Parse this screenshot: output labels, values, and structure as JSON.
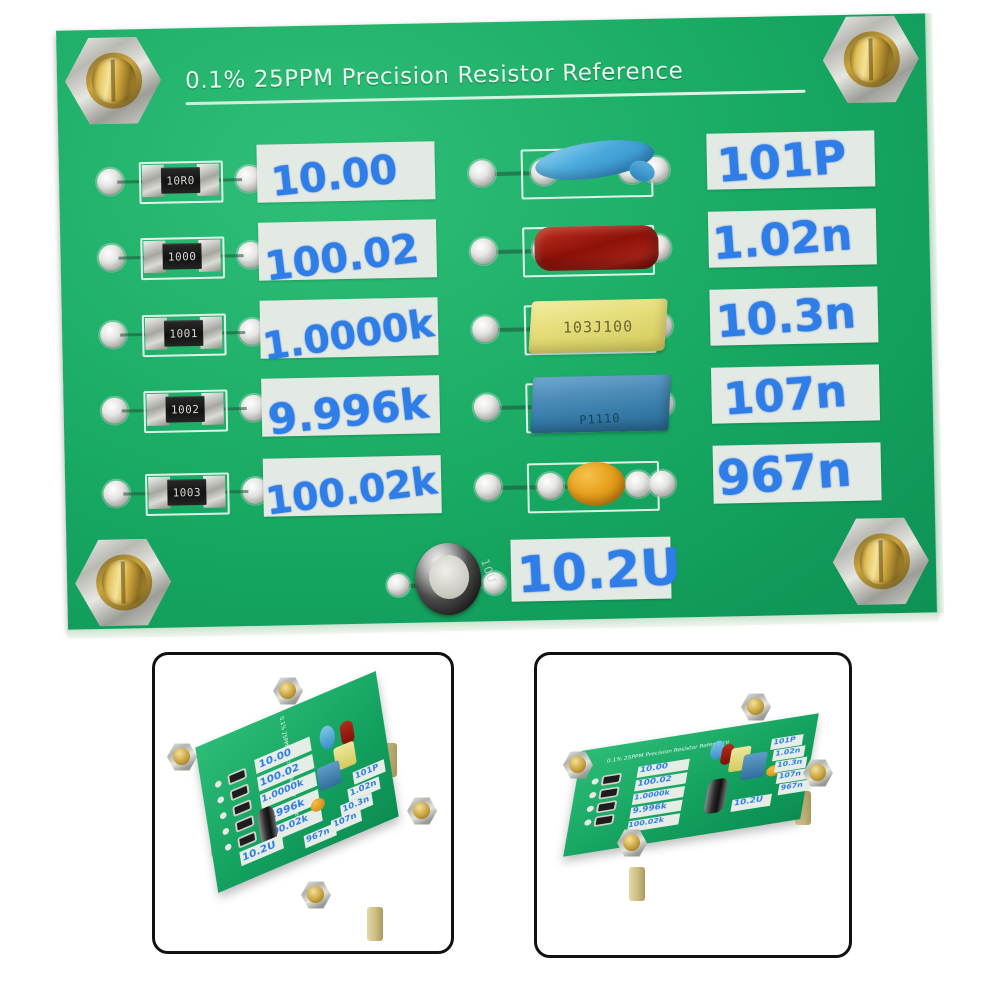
{
  "product": {
    "board_title": "0.1%  25PPM Precision Resistor Reference",
    "pcb_color": "#17a862",
    "handwriting_color": "#2f7ee8",
    "label_strip_color": "#e3e9e3"
  },
  "resistors": [
    {
      "code": "10R0",
      "measured": "10.00"
    },
    {
      "code": "1000",
      "measured": "100.02"
    },
    {
      "code": "1001",
      "measured": "1.0000k"
    },
    {
      "code": "1002",
      "measured": "9.996k"
    },
    {
      "code": "1003",
      "measured": "100.02k"
    }
  ],
  "capacitors": [
    {
      "type": "blue-ceramic-disc",
      "marking": "",
      "measured": "101P"
    },
    {
      "type": "red-ceramic",
      "marking": "",
      "measured": "1.02n"
    },
    {
      "type": "yellow-box-film",
      "marking": "103J100",
      "measured": "10.3n"
    },
    {
      "type": "blue-box-film",
      "marking": "P1110",
      "measured": "107n"
    },
    {
      "type": "orange-ceramic",
      "marking": "",
      "measured": "967n"
    }
  ],
  "electrolytic": {
    "measured": "10.2U",
    "can_marking": "10U"
  },
  "thumbnails": [
    {
      "view": "angled-left",
      "title": "0.1% 25PPM Precision Resistor Reference"
    },
    {
      "view": "angled-right",
      "title": "0.1% 25PPM Precision Resistor Reference"
    }
  ],
  "thumb_labels": {
    "left": [
      "10.00",
      "100.02",
      "1.0000k",
      "9.996k",
      "100.02k",
      "10.2U",
      "101P",
      "1.02n",
      "10.3n",
      "107n",
      "967n"
    ],
    "right": [
      "10.00",
      "100.02",
      "1.0000k",
      "9.996k",
      "100.02k",
      "10.2U",
      "101P",
      "1.02n",
      "10.3n",
      "107n",
      "967n"
    ]
  }
}
